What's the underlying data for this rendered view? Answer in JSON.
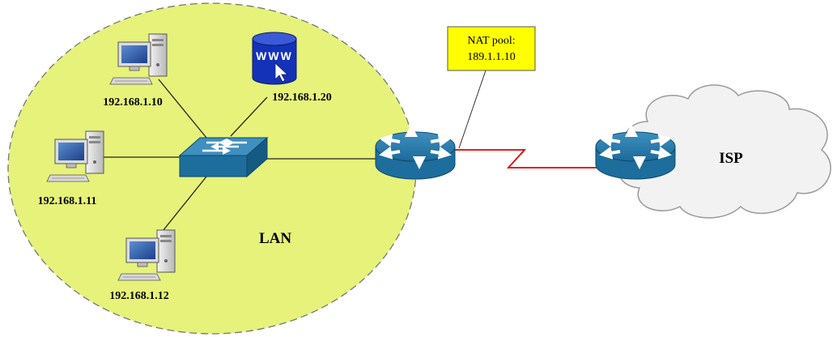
{
  "diagram": {
    "lan_label": "LAN",
    "isp_label": "ISP",
    "nat_label_line1": "NAT pool:",
    "nat_label_line2": "189.1.1.10",
    "pc1_ip": "192.168.1.10",
    "pc2_ip": "192.168.1.11",
    "pc3_ip": "192.168.1.12",
    "server_ip": "192.168.1.20",
    "server_glyph": "WWW"
  },
  "colors": {
    "lan_fill": "#e6f27a",
    "device_blue": "#1a6b9a",
    "wan_link": "#e00000",
    "callout_fill": "#ffff00",
    "cloud_fill": "#f2f2f2"
  },
  "icons": [
    "pc-icon",
    "server-icon",
    "switch-icon",
    "router-icon",
    "cloud-icon"
  ]
}
